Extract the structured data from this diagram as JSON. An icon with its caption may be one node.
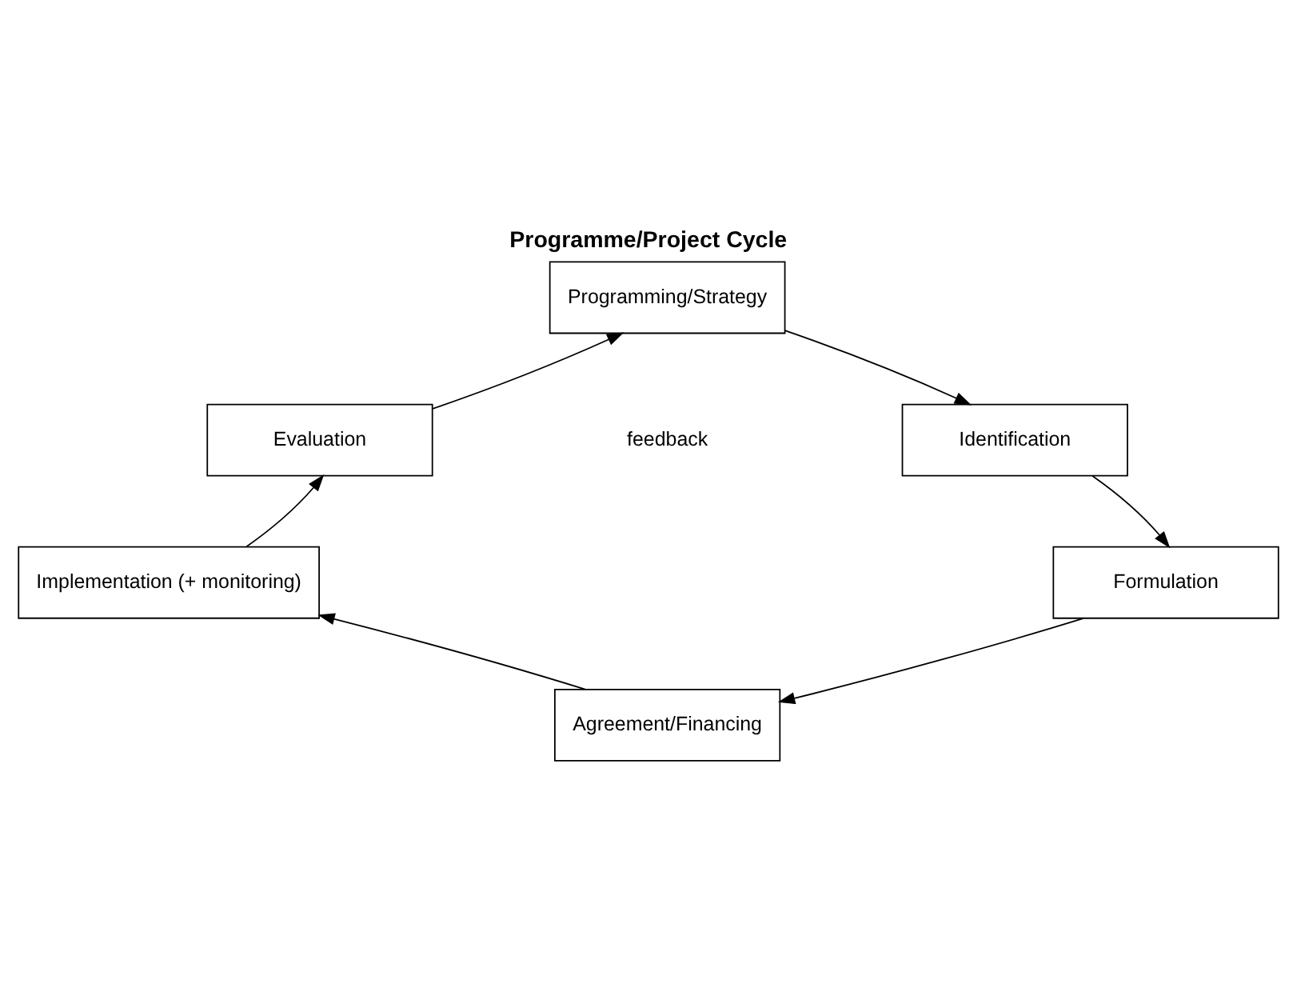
{
  "diagram": {
    "title": "Programme/Project Cycle",
    "nodes": [
      {
        "text": [
          "Programming/Strategy"
        ]
      },
      {
        "text": [
          "Identification"
        ]
      },
      {
        "text": [
          "Formulation"
        ]
      },
      {
        "text": [
          "Agreement/Financing"
        ]
      },
      {
        "text": [
          "Implementation (+ monitoring)"
        ]
      },
      {
        "text": [
          "Evaluation"
        ]
      }
    ],
    "edges": [
      {
        "from": 0,
        "to": 1,
        "arrow": "to"
      },
      {
        "from": 1,
        "to": 2,
        "arrow": "to"
      },
      {
        "from": 2,
        "to": 3,
        "arrow": "to"
      },
      {
        "from": 3,
        "to": 4,
        "arrow": "to"
      },
      {
        "from": 4,
        "to": 5,
        "arrow": "to"
      },
      {
        "from": 5,
        "to": 0,
        "arrow": "to"
      }
    ],
    "labels": [
      "feedback"
    ]
  }
}
